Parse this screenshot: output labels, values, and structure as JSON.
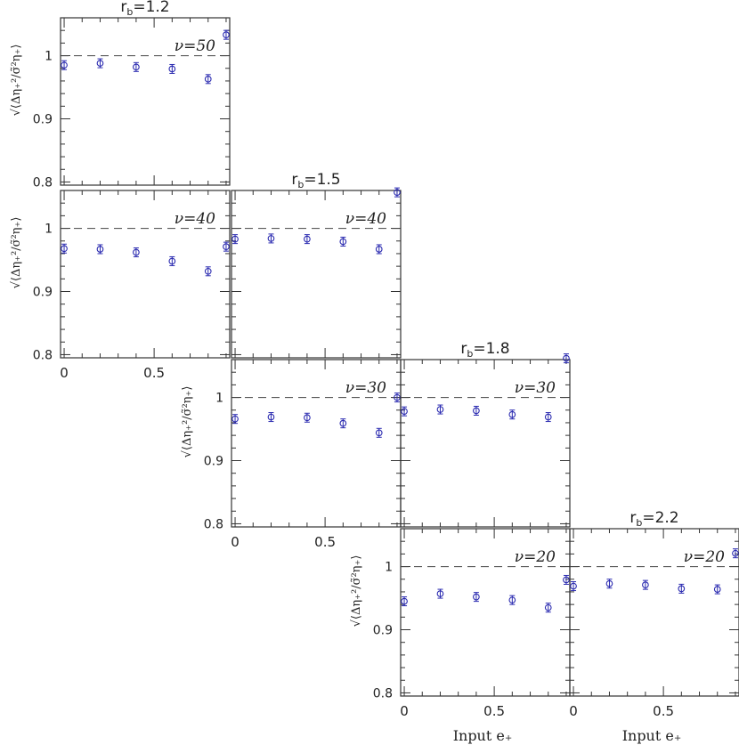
{
  "figure": {
    "ylabel": "√⟨Δη₊²/σ̃²η₊⟩",
    "xlabel": "Input e₊",
    "reference_line_y": 1
  },
  "chart_data": [
    {
      "type": "scatter",
      "row": 0,
      "col": 0,
      "title": "r_b=1.2",
      "title_main": "r",
      "title_sub": "b",
      "title_value": "=1.2",
      "annotation": "ν=50",
      "xlim": [
        -0.02,
        0.92
      ],
      "ylim": [
        0.795,
        1.06
      ],
      "x": [
        0.0,
        0.2,
        0.4,
        0.6,
        0.8,
        0.9
      ],
      "y": [
        0.985,
        0.988,
        0.982,
        0.979,
        0.963,
        1.033
      ],
      "yticks": [
        "0.8",
        "0.9",
        "1"
      ],
      "xticks": []
    },
    {
      "type": "scatter",
      "row": 1,
      "col": 0,
      "annotation": "ν=40",
      "xlim": [
        -0.02,
        0.92
      ],
      "ylim": [
        0.795,
        1.06
      ],
      "x": [
        0.0,
        0.2,
        0.4,
        0.6,
        0.8,
        0.9
      ],
      "y": [
        0.968,
        0.967,
        0.962,
        0.948,
        0.932,
        0.971
      ],
      "yticks": [
        "0.8",
        "0.9",
        "1"
      ],
      "xticks": [
        "0",
        "0.5"
      ]
    },
    {
      "type": "scatter",
      "row": 1,
      "col": 1,
      "title": "r_b=1.5",
      "title_main": "r",
      "title_sub": "b",
      "title_value": "=1.5",
      "annotation": "ν=40",
      "xlim": [
        -0.02,
        0.92
      ],
      "ylim": [
        0.795,
        1.06
      ],
      "x": [
        0.0,
        0.2,
        0.4,
        0.6,
        0.8,
        0.9
      ],
      "y": [
        0.983,
        0.984,
        0.983,
        0.979,
        0.967,
        1.057
      ],
      "yticks": [],
      "xticks": []
    },
    {
      "type": "scatter",
      "row": 2,
      "col": 1,
      "annotation": "ν=30",
      "xlim": [
        -0.02,
        0.92
      ],
      "ylim": [
        0.795,
        1.06
      ],
      "x": [
        0.0,
        0.2,
        0.4,
        0.6,
        0.8,
        0.9
      ],
      "y": [
        0.966,
        0.969,
        0.968,
        0.959,
        0.944,
        1.0
      ],
      "yticks": [
        "0.8",
        "0.9",
        "1"
      ],
      "xticks": [
        "0",
        "0.5"
      ]
    },
    {
      "type": "scatter",
      "row": 2,
      "col": 2,
      "title": "r_b=1.8",
      "title_main": "r",
      "title_sub": "b",
      "title_value": "=1.8",
      "annotation": "ν=30",
      "xlim": [
        -0.02,
        0.92
      ],
      "ylim": [
        0.795,
        1.06
      ],
      "x": [
        0.0,
        0.2,
        0.4,
        0.6,
        0.8,
        0.9
      ],
      "y": [
        0.978,
        0.981,
        0.979,
        0.973,
        0.969,
        1.062
      ],
      "yticks": [],
      "xticks": []
    },
    {
      "type": "scatter",
      "row": 3,
      "col": 2,
      "annotation": "ν=20",
      "xlim": [
        -0.02,
        0.92
      ],
      "ylim": [
        0.795,
        1.06
      ],
      "x": [
        0.0,
        0.2,
        0.4,
        0.6,
        0.8,
        0.9
      ],
      "y": [
        0.945,
        0.957,
        0.952,
        0.947,
        0.935,
        0.979
      ],
      "yticks": [
        "0.8",
        "0.9",
        "1"
      ],
      "xticks": [
        "0",
        "0.5"
      ],
      "xlabel": "Input e₊"
    },
    {
      "type": "scatter",
      "row": 3,
      "col": 3,
      "title": "r_b=2.2",
      "title_main": "r",
      "title_sub": "b",
      "title_value": "=2.2",
      "annotation": "ν=20",
      "xlim": [
        -0.02,
        0.92
      ],
      "ylim": [
        0.795,
        1.06
      ],
      "x": [
        0.0,
        0.2,
        0.4,
        0.6,
        0.8,
        0.9
      ],
      "y": [
        0.969,
        0.973,
        0.971,
        0.965,
        0.964,
        1.021
      ],
      "yticks": [],
      "xticks": [
        "0",
        "0.5"
      ],
      "xlabel": "Input e₊"
    }
  ]
}
